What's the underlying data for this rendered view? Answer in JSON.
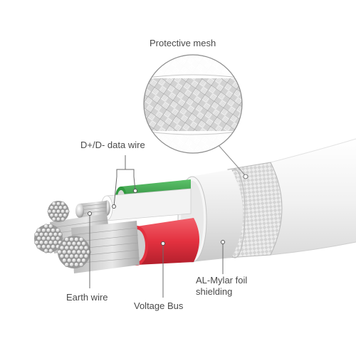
{
  "labels": {
    "protective_mesh": "Protective mesh",
    "data_wire": "D+/D- data wire",
    "earth_wire": "Earth wire",
    "voltage_bus": "Voltage Bus",
    "mylar_line1": "AL-Mylar foil",
    "mylar_line2": "shielding"
  },
  "colors": {
    "label_text": "#4a4a4a",
    "leader_line": "#6b6b6b",
    "data_wire_green": "#2f9a3e",
    "voltage_bus_red": "#e3313f",
    "mesh_gray": "#cfcfcf",
    "jacket_white": "#f4f4f4"
  }
}
